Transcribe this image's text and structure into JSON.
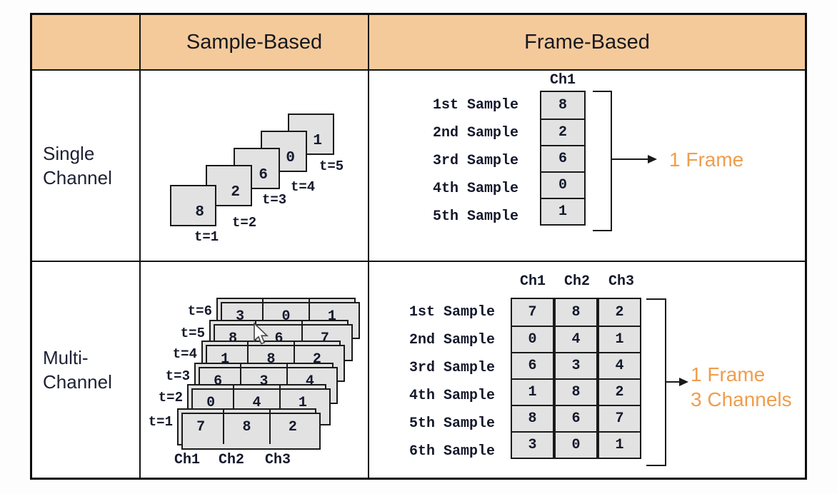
{
  "header": {
    "sample_based": "Sample-Based",
    "frame_based": "Frame-Based"
  },
  "row_labels": {
    "single": [
      "Single",
      "Channel"
    ],
    "multi": [
      "Multi-",
      "Channel"
    ]
  },
  "single_sample_based": {
    "squares": [
      {
        "t": "t=1",
        "value": "8"
      },
      {
        "t": "t=2",
        "value": "2"
      },
      {
        "t": "t=3",
        "value": "6"
      },
      {
        "t": "t=4",
        "value": "0"
      },
      {
        "t": "t=5",
        "value": "1"
      }
    ]
  },
  "single_frame_based": {
    "channel_header": "Ch1",
    "rows": [
      {
        "label": "1st Sample",
        "value": "8"
      },
      {
        "label": "2nd Sample",
        "value": "2"
      },
      {
        "label": "3rd Sample",
        "value": "6"
      },
      {
        "label": "4th Sample",
        "value": "0"
      },
      {
        "label": "5th Sample",
        "value": "1"
      }
    ],
    "annotation": "1 Frame"
  },
  "multi_sample_based": {
    "rows": [
      {
        "t": "t=6",
        "values": [
          "3",
          "0",
          "1"
        ]
      },
      {
        "t": "t=5",
        "values": [
          "8",
          "6",
          "7"
        ]
      },
      {
        "t": "t=4",
        "values": [
          "1",
          "8",
          "2"
        ]
      },
      {
        "t": "t=3",
        "values": [
          "6",
          "3",
          "4"
        ]
      },
      {
        "t": "t=2",
        "values": [
          "0",
          "4",
          "1"
        ]
      },
      {
        "t": "t=1",
        "values": [
          "7",
          "8",
          "2"
        ]
      }
    ],
    "channel_labels": [
      "Ch1",
      "Ch2",
      "Ch3"
    ]
  },
  "multi_frame_based": {
    "channel_headers": [
      "Ch1",
      "Ch2",
      "Ch3"
    ],
    "rows": [
      {
        "label": "1st Sample",
        "values": [
          "7",
          "8",
          "2"
        ]
      },
      {
        "label": "2nd Sample",
        "values": [
          "0",
          "4",
          "1"
        ]
      },
      {
        "label": "3rd Sample",
        "values": [
          "6",
          "3",
          "4"
        ]
      },
      {
        "label": "4th Sample",
        "values": [
          "1",
          "8",
          "2"
        ]
      },
      {
        "label": "5th Sample",
        "values": [
          "8",
          "6",
          "7"
        ]
      },
      {
        "label": "6th Sample",
        "values": [
          "3",
          "0",
          "1"
        ]
      }
    ],
    "annotation_line1": "1 Frame",
    "annotation_line2": "3 Channels"
  },
  "colors": {
    "header_bg": "#f5ca9b",
    "cell_fill": "#e2e2e2",
    "line": "#1a1a1a",
    "accent_orange": "#f09d4c",
    "label_text": "#1d2133"
  }
}
